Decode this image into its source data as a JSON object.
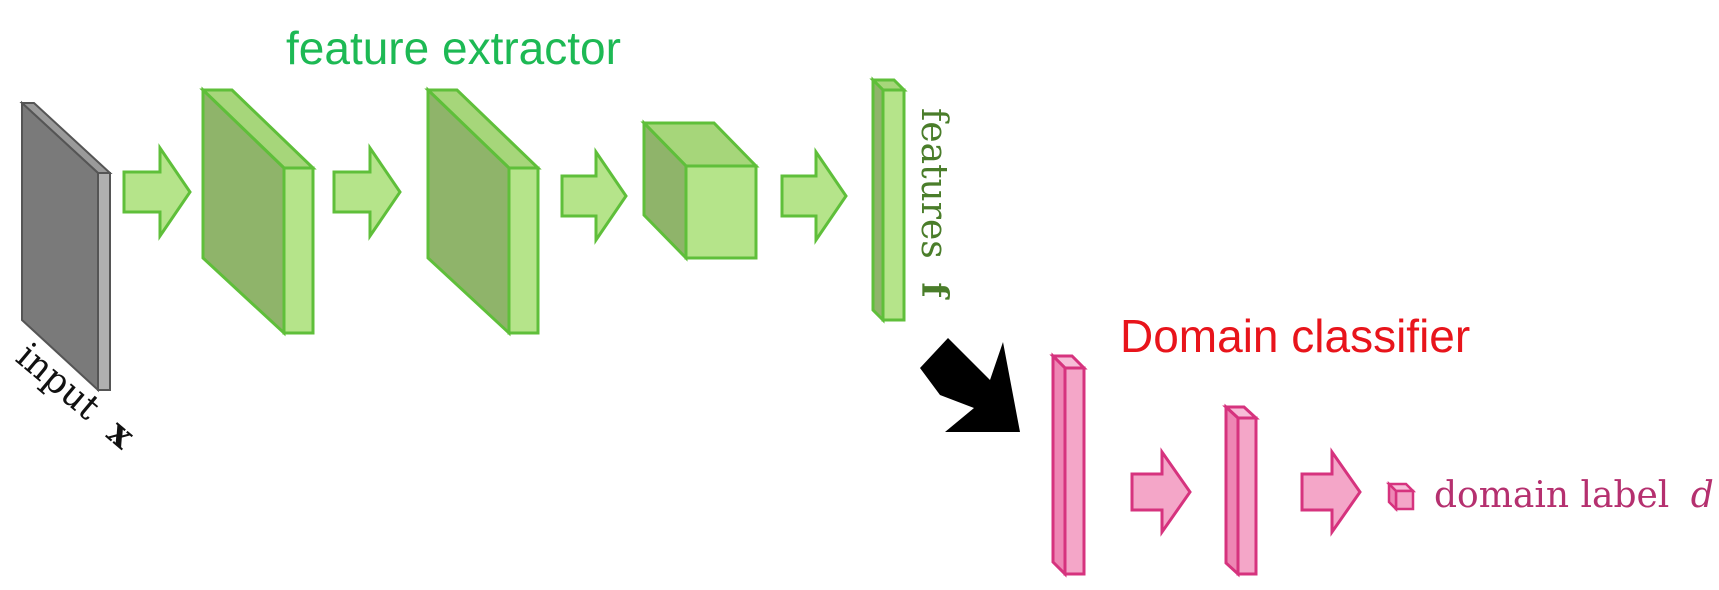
{
  "labels": {
    "feature_extractor": "feature extractor",
    "domain_classifier": "Domain classifier",
    "input": "input",
    "input_symbol": "x",
    "features": "features",
    "features_symbol": "f",
    "domain_label": "domain label",
    "domain_label_symbol": "d"
  },
  "colors": {
    "feature_title": "#1db954",
    "domain_title": "#e8141b",
    "green_fill_front": "#8fb46a",
    "green_fill_light": "#b5e48a",
    "green_stroke": "#5fbf3a",
    "features_text": "#4a7d2a",
    "pink_fill": "#f4a6c8",
    "pink_stroke": "#d6337e",
    "domain_text": "#b5306f",
    "input_fill": "#7a7a7a",
    "arrow_black": "#000000"
  }
}
